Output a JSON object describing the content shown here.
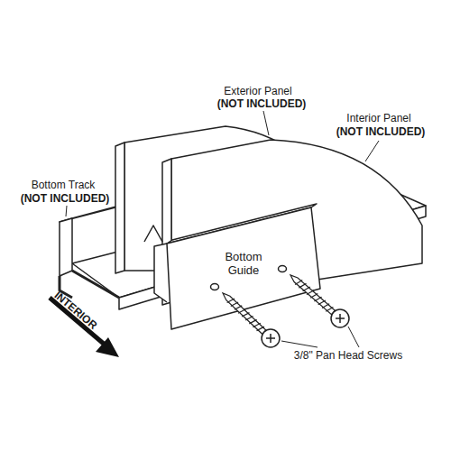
{
  "diagram": {
    "nodes": [
      {
        "text": [
          "Bottom Guide"
        ]
      }
    ],
    "labels": [
      "Exterior Panel",
      "(NOT INCLUDED)",
      "Interior Panel",
      "(NOT INCLUDED)",
      "Bottom Track",
      "(NOT INCLUDED)",
      "INTERIOR",
      "3/8\" Pan Head Screws"
    ]
  }
}
